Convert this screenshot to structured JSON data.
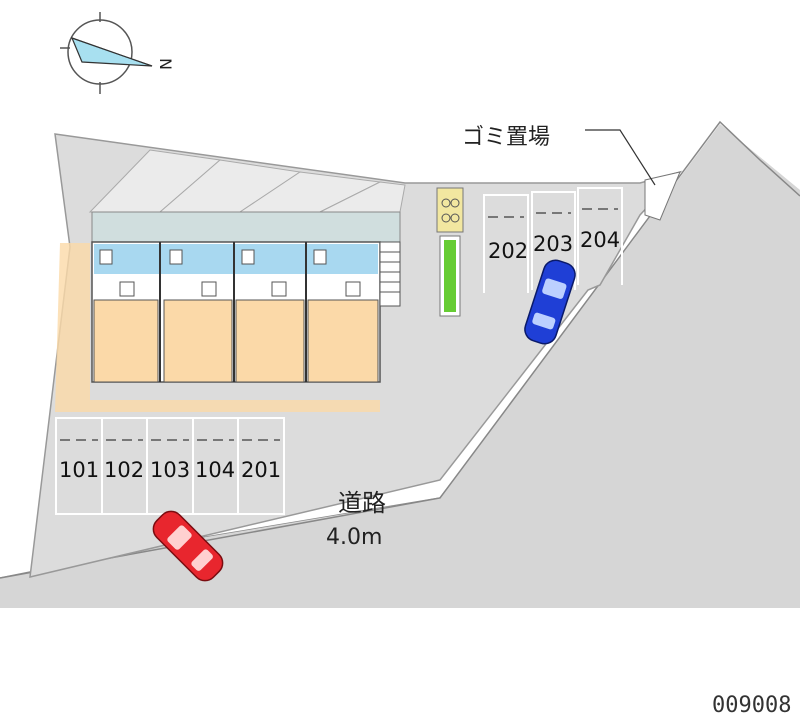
{
  "compass": {
    "north_label": "N",
    "icon": "compass-icon"
  },
  "garbage_label": "ゴミ置場",
  "road": {
    "name": "道路",
    "width": "4.0m"
  },
  "parking_front": [
    "101",
    "102",
    "103",
    "104",
    "201"
  ],
  "parking_back": [
    "202",
    "203",
    "204"
  ],
  "cars": [
    {
      "name": "red-car",
      "color": "#e8262e"
    },
    {
      "name": "blue-car",
      "color": "#1f3fd6"
    }
  ],
  "colors": {
    "lot": "#dcdcdc",
    "road": "#d6d6d6",
    "room": "#fbd9a8",
    "water": "#a8d8f0",
    "planter": "#66cc33",
    "building_roof": "#d0dede"
  },
  "map_id": "009008"
}
